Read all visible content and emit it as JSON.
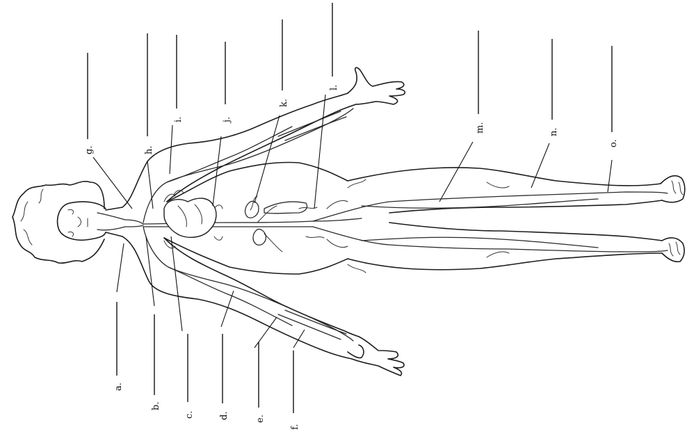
{
  "diagram": {
    "colors": {
      "ink": "#1c1c1c",
      "paper": "#ffffff"
    },
    "labels": [
      {
        "id": "a",
        "text": "a."
      },
      {
        "id": "b",
        "text": "b."
      },
      {
        "id": "c",
        "text": "c."
      },
      {
        "id": "d",
        "text": "d."
      },
      {
        "id": "e",
        "text": "e."
      },
      {
        "id": "f",
        "text": "f."
      },
      {
        "id": "g",
        "text": "g."
      },
      {
        "id": "h",
        "text": "h."
      },
      {
        "id": "i",
        "text": "i."
      },
      {
        "id": "j",
        "text": "j."
      },
      {
        "id": "k",
        "text": "k."
      },
      {
        "id": "l",
        "text": "l."
      },
      {
        "id": "m",
        "text": "m."
      },
      {
        "id": "n",
        "text": "n."
      },
      {
        "id": "o",
        "text": "o."
      }
    ]
  }
}
